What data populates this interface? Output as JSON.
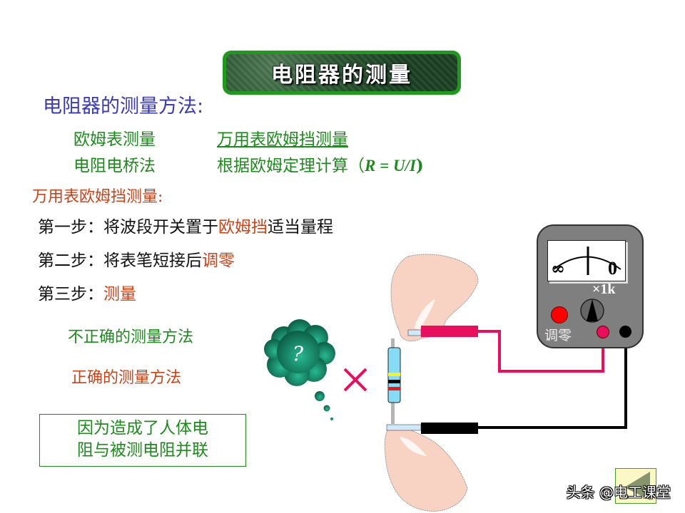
{
  "title": "电阻器的测量",
  "methods": {
    "heading": "电阻器的测量方法:",
    "row1": {
      "left": "欧姆表测量",
      "right": "万用表欧姆挡测量"
    },
    "row2": {
      "left": "电阻电桥法",
      "right": "根据欧姆定理计算（",
      "formula": "R = U/I",
      "close": ")"
    }
  },
  "multimeter_section": {
    "heading": "万用表欧姆挡测量:",
    "steps": [
      {
        "prefix": "第一步：将波段开关置于",
        "highlight": "欧姆挡",
        "suffix": "适当量程"
      },
      {
        "prefix": "第二步：将表笔短接后",
        "highlight": "调零",
        "suffix": ""
      },
      {
        "prefix": "第三步：",
        "highlight": "测量",
        "suffix": ""
      }
    ]
  },
  "incorrect_method_label": "不正确的测量方法",
  "correct_method_label": "正确的测量方法",
  "note": {
    "line1": "因为造成了人体电",
    "line2": "阻与被测电阻并联"
  },
  "meter": {
    "infinity_symbol": "∞",
    "zero_label": "0",
    "range_label": "×1k",
    "zero_adjust_label": "调零"
  },
  "thought_bubble": {
    "symbol": "?"
  },
  "wrong_mark": "✕",
  "footer": {
    "watermark": "头条 @电工课堂"
  },
  "colors": {
    "heading_blue": "#3a3ab0",
    "text_green": "#1e8a1e",
    "highlight_orange": "#c8431a",
    "probe_red": "#e8105e",
    "probe_black": "#000000",
    "meter_body": "#7f7f7f",
    "resistor_body": "#87dcf5"
  }
}
